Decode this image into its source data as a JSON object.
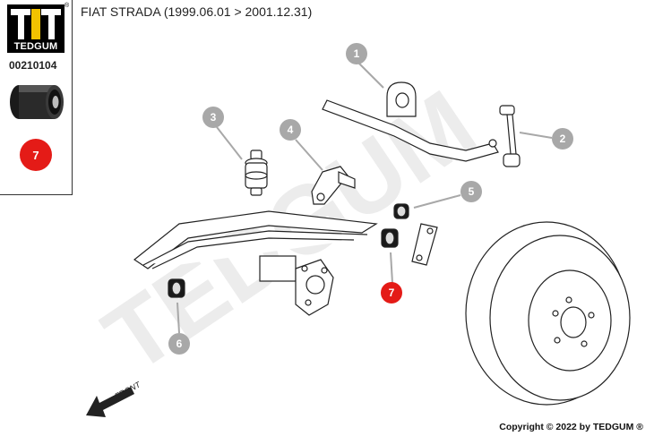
{
  "brand": {
    "logo_text": "TEDGUM",
    "registered_mark": "®",
    "watermark": "TEDGUM"
  },
  "part_number": "00210104",
  "selected_badge": "7",
  "title": "FIAT STRADA (1999.06.01 > 2001.12.31)",
  "callouts": [
    "1",
    "2",
    "3",
    "4",
    "5",
    "6",
    "7"
  ],
  "front_label": "FRONT",
  "copyright": "Copyright © 2022 by TEDGUM ®",
  "colors": {
    "highlight": "#e41b17",
    "callout_grey": "#a8a8a8",
    "logo_yellow": "#f2c200",
    "line": "#222222"
  }
}
